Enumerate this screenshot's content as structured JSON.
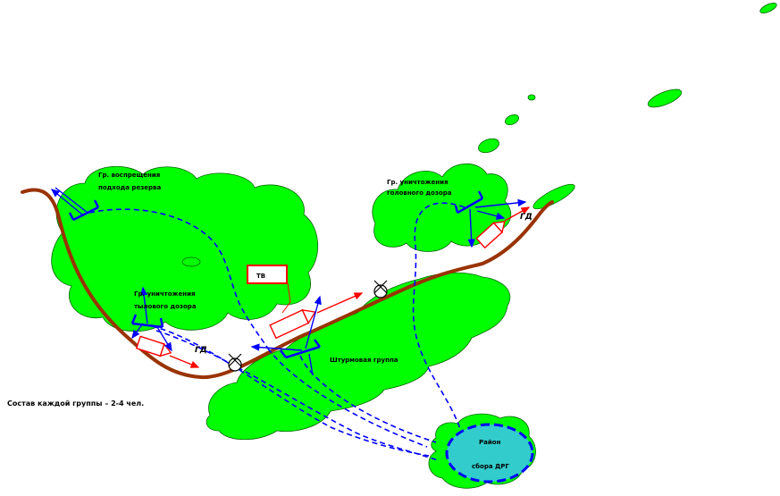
{
  "labels": {
    "group_obstruction_line1": "Гр. воспрещения",
    "group_obstruction_line2": "подхода резерва",
    "group_rear_line1": "Гр. уничтожения",
    "group_rear_line2": "тылового дозора",
    "group_head_line1": "Гр. уничтожения",
    "group_head_line2": "головного дозора",
    "assault_group": "Штурмовая группа",
    "tv": "ТВ",
    "gd_left": "ГД",
    "gd_right": "ГД",
    "assembly_line1": "Район",
    "assembly_line2": "сбора ДРГ",
    "composition_note": "Состав каждой группы – 2-4 чел."
  },
  "colors": {
    "forest": "#00ff00",
    "forest_stroke": "#006600",
    "road": "#993300",
    "route": "#0000ff",
    "enemy": "#ff0000",
    "assembly_fill": "#33cccc"
  },
  "icons": {
    "mine_left": "mine-icon",
    "mine_right": "mine-icon",
    "vehicle": "vehicle-icon"
  }
}
